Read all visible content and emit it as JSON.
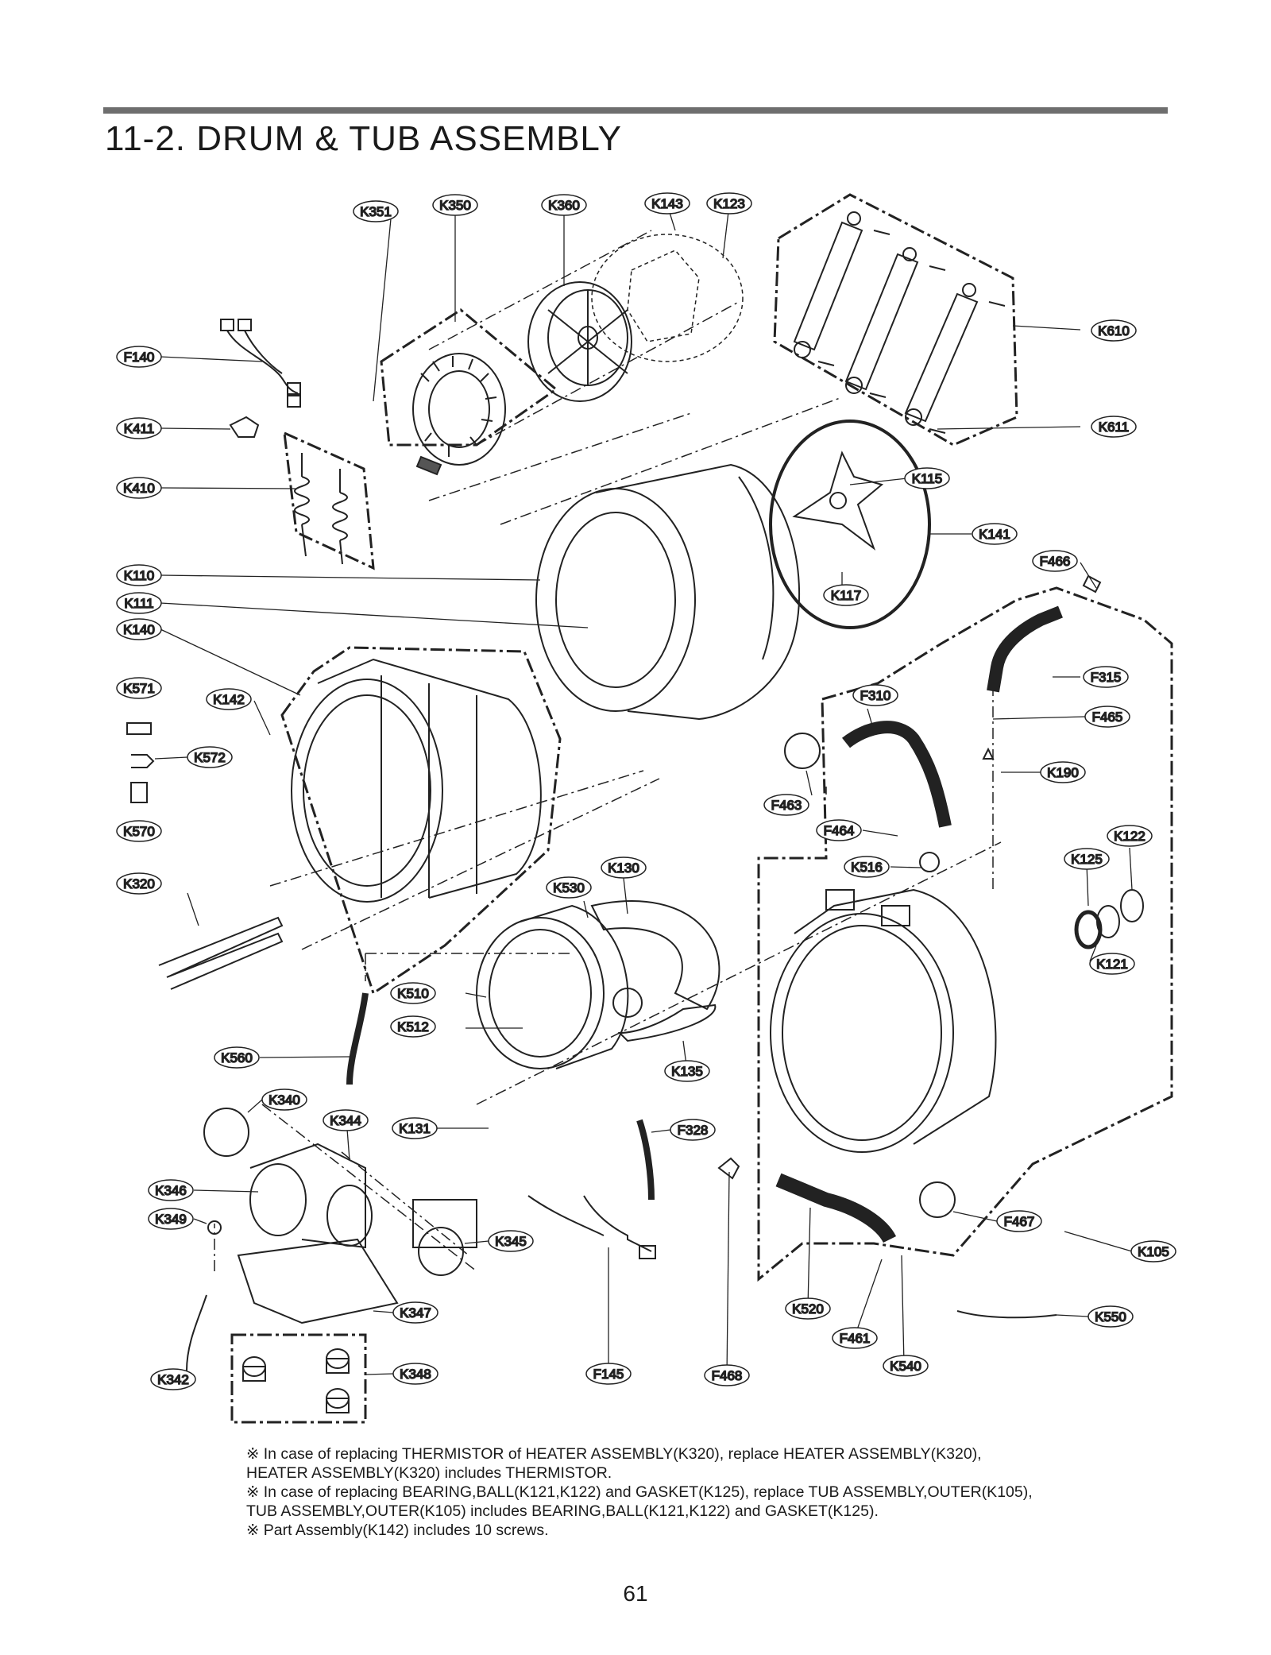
{
  "title": "11-2. DRUM & TUB ASSEMBLY",
  "part_labels": {
    "K351": "K351",
    "K350": "K350",
    "K360": "K360",
    "K143": "K143",
    "K123": "K123",
    "K610": "K610",
    "K611": "K611",
    "F140": "F140",
    "K411": "K411",
    "K410": "K410",
    "K115": "K115",
    "K141": "K141",
    "K110": "K110",
    "K111": "K111",
    "K117": "K117",
    "F466": "F466",
    "K140": "K140",
    "K571": "K571",
    "K142": "K142",
    "K572": "K572",
    "K570": "K570",
    "F315": "F315",
    "F310": "F310",
    "F465": "F465",
    "K190": "K190",
    "F463": "F463",
    "F464": "F464",
    "K122": "K122",
    "K125": "K125",
    "K516": "K516",
    "K320": "K320",
    "K130": "K130",
    "K530": "K530",
    "K121": "K121",
    "K510": "K510",
    "K512": "K512",
    "K560": "K560",
    "K135": "K135",
    "K340": "K340",
    "K344": "K344",
    "K131": "K131",
    "F328": "F328",
    "K346": "K346",
    "K349": "K349",
    "F467": "F467",
    "K345": "K345",
    "K105": "K105",
    "K347": "K347",
    "K520": "K520",
    "K550": "K550",
    "F461": "F461",
    "K342": "K342",
    "K348": "K348",
    "F145": "F145",
    "F468": "F468",
    "K540": "K540"
  },
  "notes": [
    "※ In case of replacing THERMISTOR of HEATER ASSEMBLY(K320), replace HEATER ASSEMBLY(K320),\n   HEATER ASSEMBLY(K320) includes THERMISTOR.",
    "※ In case of replacing BEARING,BALL(K121,K122) and GASKET(K125), replace TUB ASSEMBLY,OUTER(K105),\n   TUB ASSEMBLY,OUTER(K105) includes BEARING,BALL(K121,K122) and GASKET(K125).",
    "※ Part Assembly(K142) includes 10 screws."
  ],
  "page_number": "61"
}
